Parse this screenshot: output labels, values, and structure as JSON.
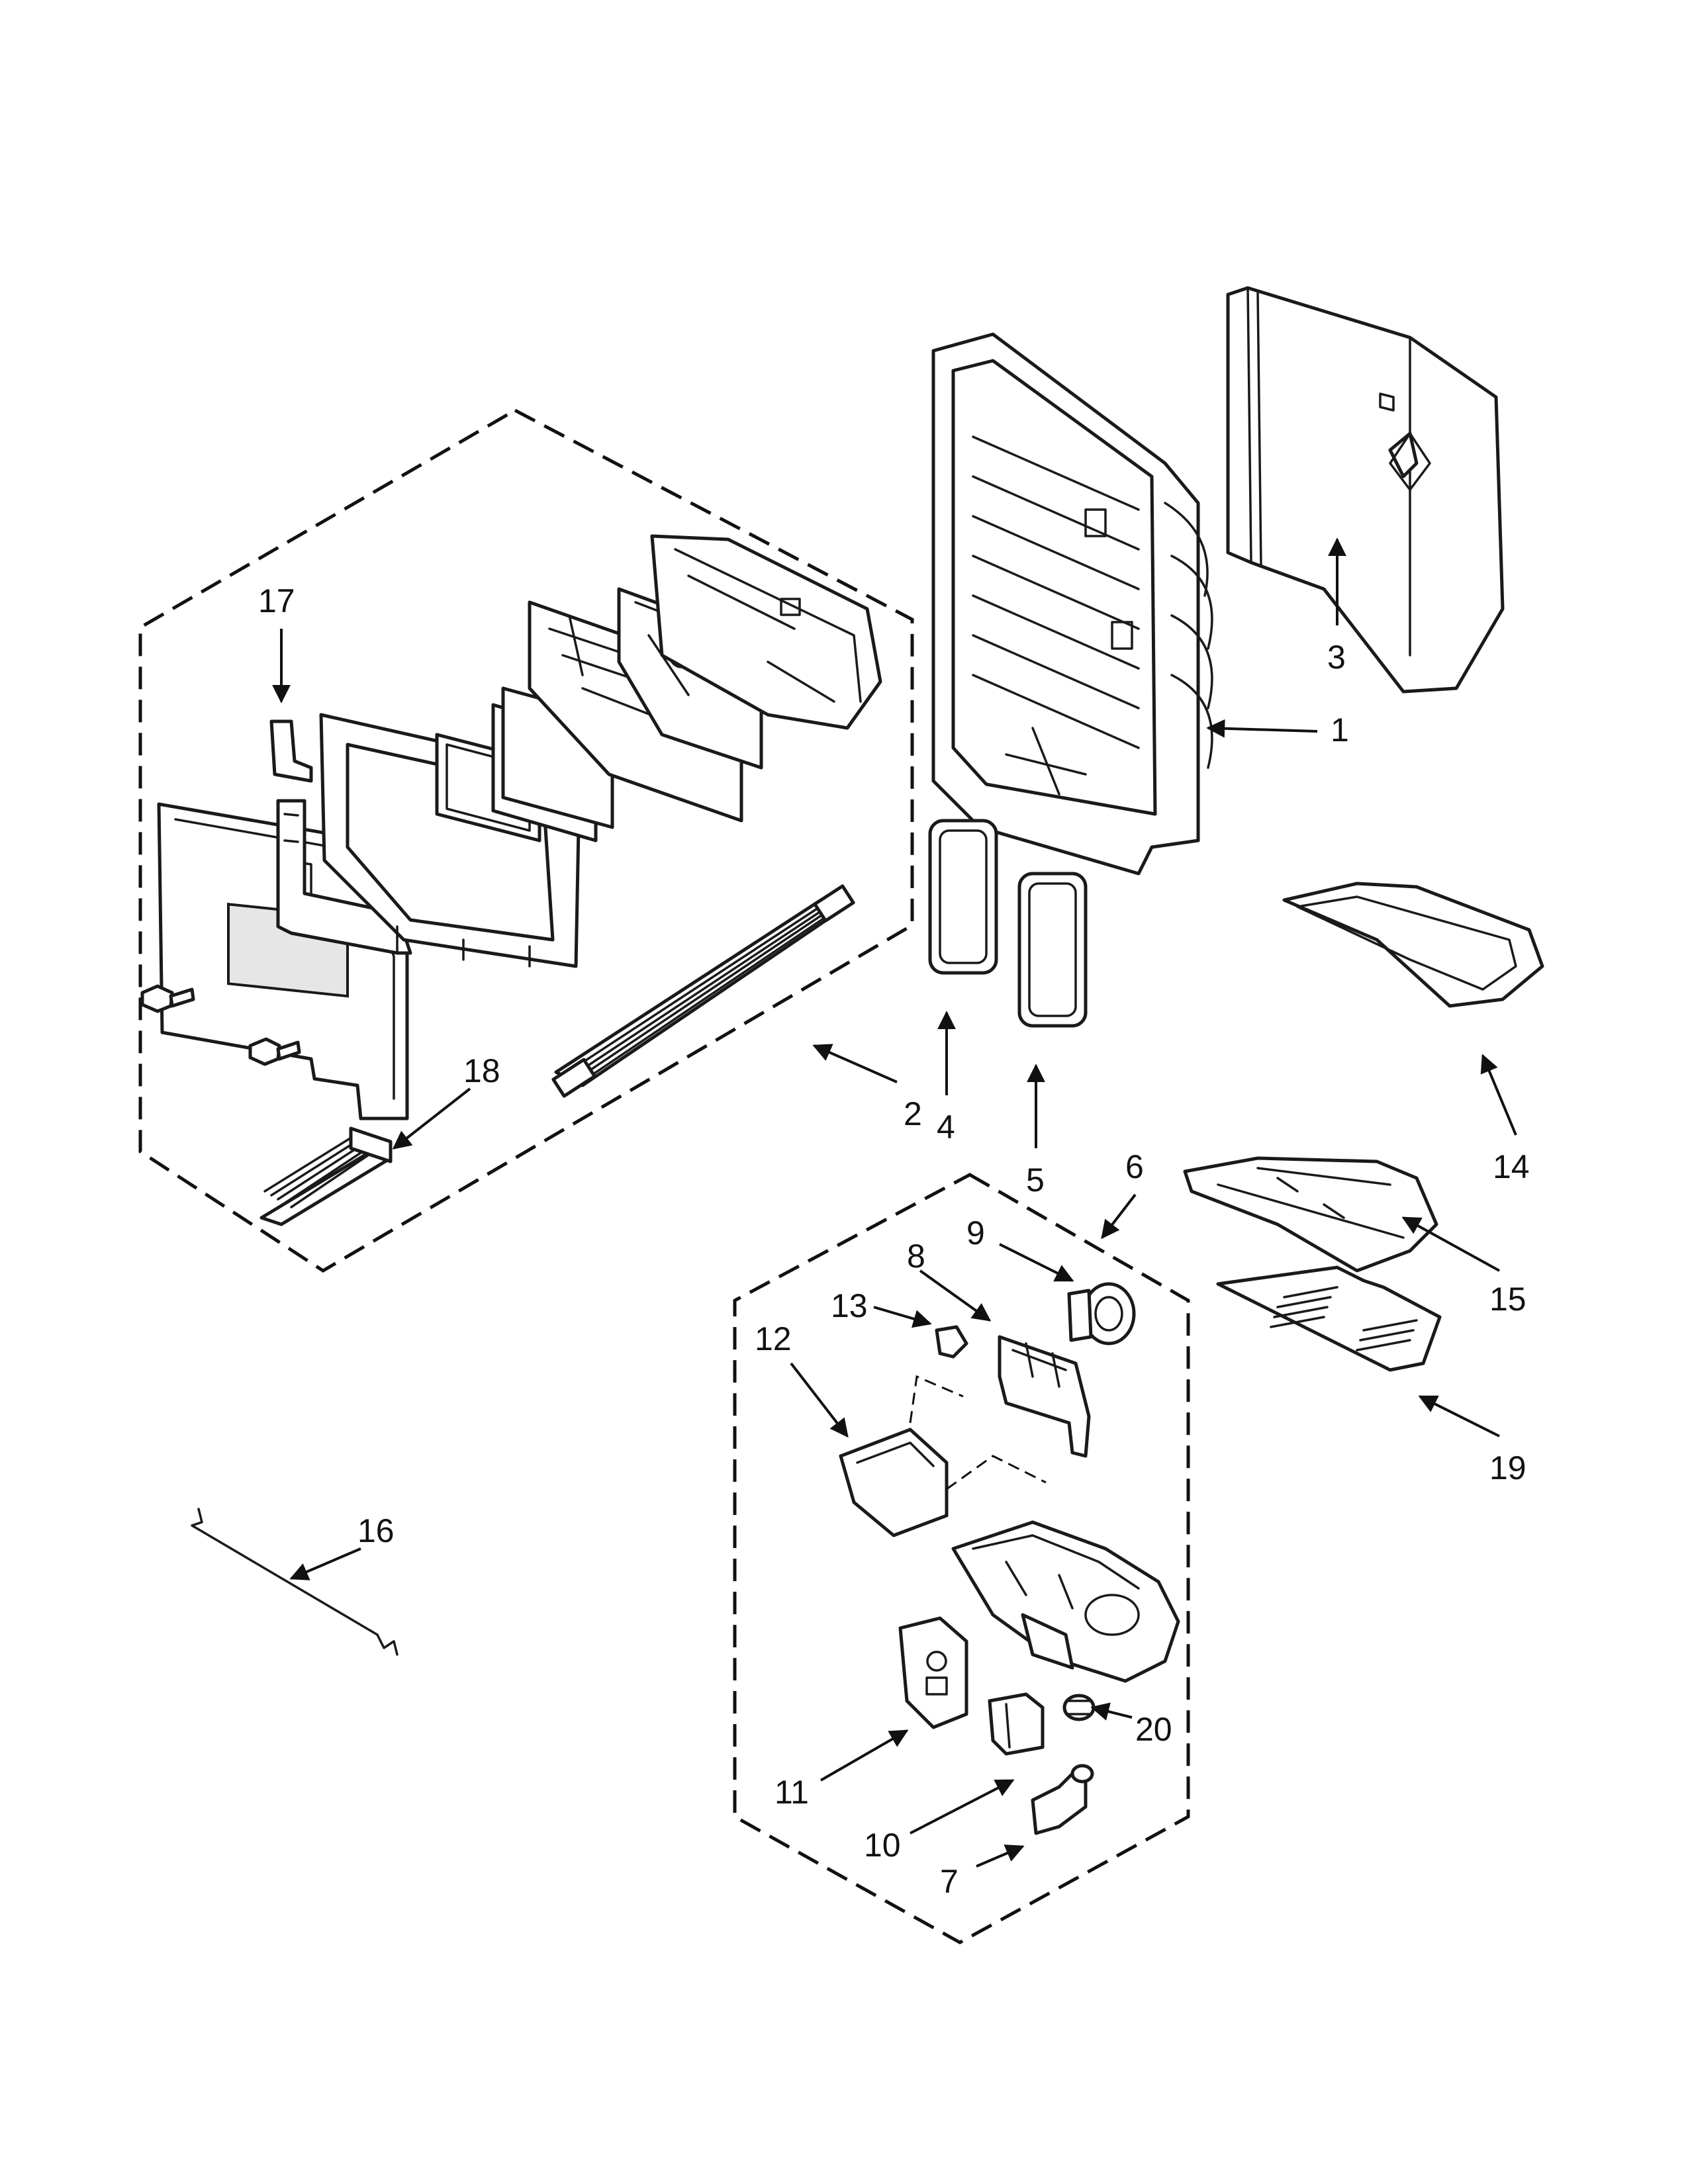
{
  "diagram": {
    "callouts": {
      "c1": "1",
      "c2": "2",
      "c3": "3",
      "c4": "4",
      "c5": "5",
      "c6": "6",
      "c7": "7",
      "c8": "8",
      "c9": "9",
      "c10": "10",
      "c11": "11",
      "c12": "12",
      "c13": "13",
      "c14": "14",
      "c15": "15",
      "c16": "16",
      "c17": "17",
      "c18": "18",
      "c19": "19",
      "c20": "20"
    },
    "line_color": "#1a1a1a",
    "background": "#ffffff"
  }
}
